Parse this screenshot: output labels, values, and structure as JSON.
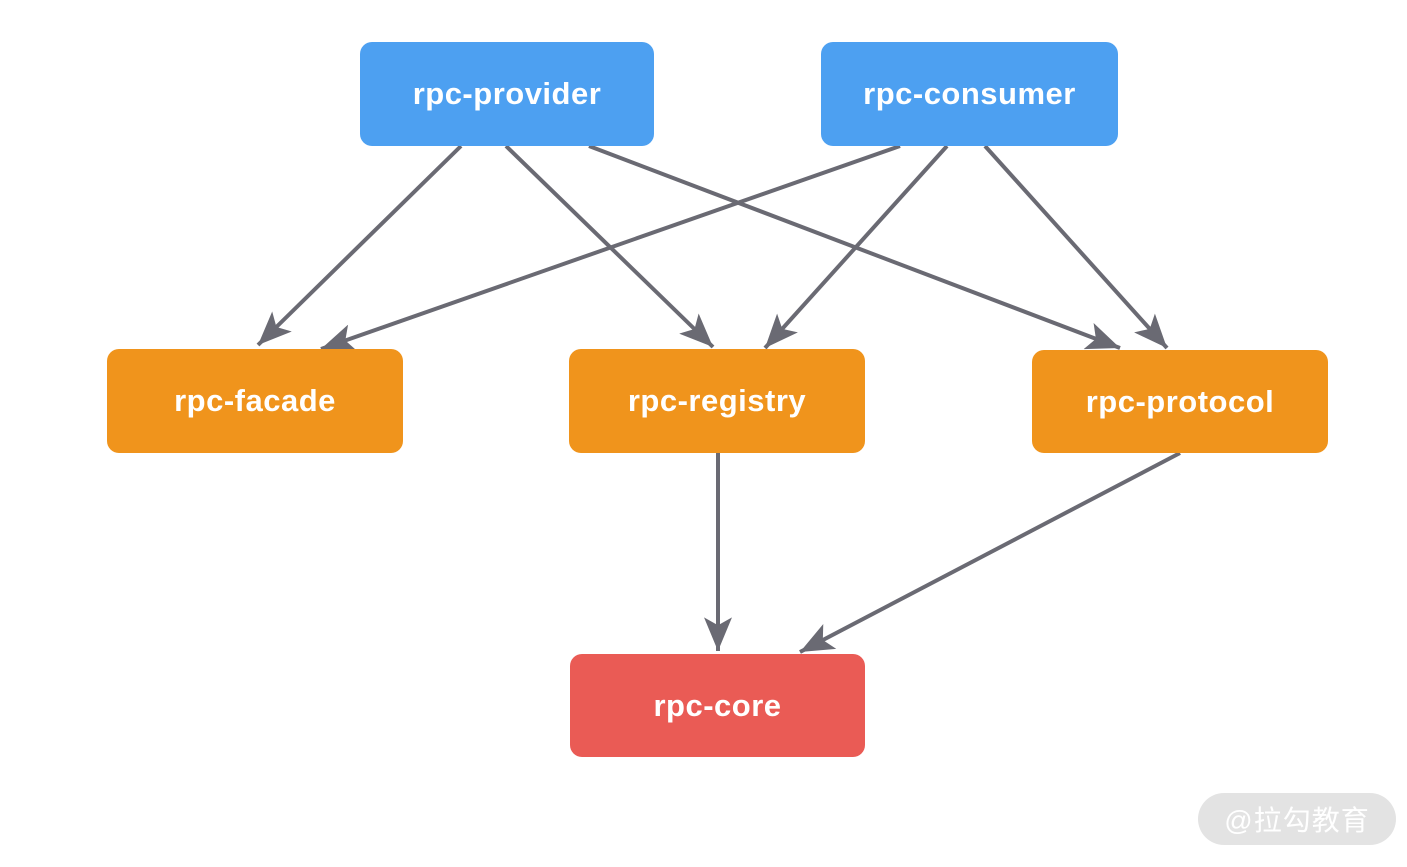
{
  "diagram": {
    "background": "#ffffff",
    "arrow_color": "#6a6a73",
    "node_text_color": "#ffffff",
    "node_colors": {
      "top_tier": "#4da0f1",
      "middle_tier": "#f0941c",
      "bottom_tier": "#ea5b55"
    },
    "nodes": [
      {
        "id": "rpc-provider",
        "label": "rpc-provider",
        "tier": "top",
        "color": "#4da0f1"
      },
      {
        "id": "rpc-consumer",
        "label": "rpc-consumer",
        "tier": "top",
        "color": "#4da0f1"
      },
      {
        "id": "rpc-facade",
        "label": "rpc-facade",
        "tier": "middle",
        "color": "#f0941c"
      },
      {
        "id": "rpc-registry",
        "label": "rpc-registry",
        "tier": "middle",
        "color": "#f0941c"
      },
      {
        "id": "rpc-protocol",
        "label": "rpc-protocol",
        "tier": "middle",
        "color": "#f0941c"
      },
      {
        "id": "rpc-core",
        "label": "rpc-core",
        "tier": "bottom",
        "color": "#ea5b55"
      }
    ],
    "edges": [
      {
        "from": "rpc-provider",
        "to": "rpc-facade"
      },
      {
        "from": "rpc-provider",
        "to": "rpc-registry"
      },
      {
        "from": "rpc-provider",
        "to": "rpc-protocol"
      },
      {
        "from": "rpc-consumer",
        "to": "rpc-facade"
      },
      {
        "from": "rpc-consumer",
        "to": "rpc-registry"
      },
      {
        "from": "rpc-consumer",
        "to": "rpc-protocol"
      },
      {
        "from": "rpc-registry",
        "to": "rpc-core"
      },
      {
        "from": "rpc-protocol",
        "to": "rpc-core"
      }
    ]
  },
  "watermark": {
    "text": "@拉勾教育",
    "background": "#e3e3e3",
    "text_color": "#ffffff"
  }
}
